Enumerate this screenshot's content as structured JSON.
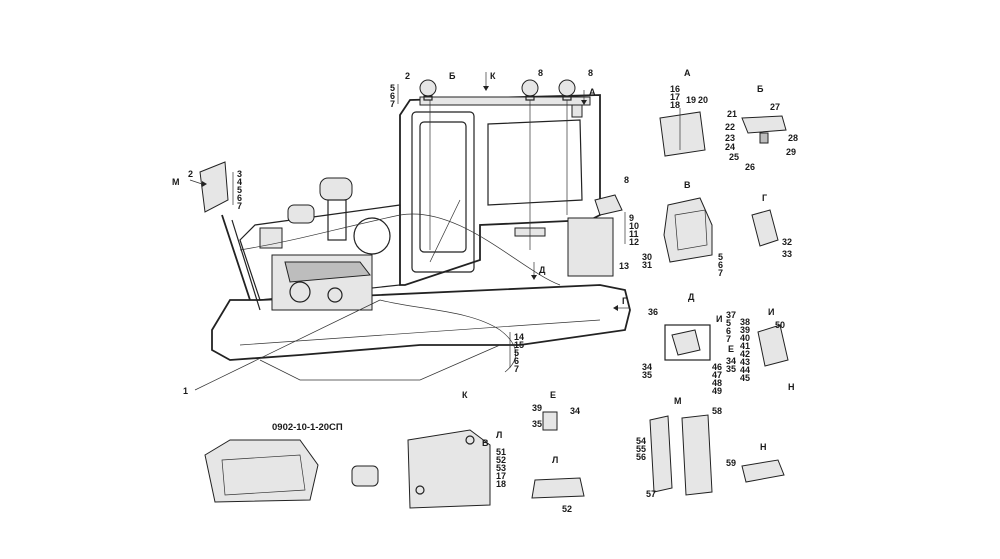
{
  "drawing_code": "0902-10-1-20СП",
  "main_labels": {
    "l1": "1",
    "l2a": "2",
    "l2b": "2",
    "l3": "3",
    "l4": "4",
    "l5": "5",
    "l6": "6",
    "l7": "7",
    "l5b": "5",
    "l6b": "6",
    "l7b": "7",
    "l8a": "8",
    "l8b": "8",
    "l8c": "8",
    "l9": "9",
    "l10": "10",
    "l11": "11",
    "l12": "12",
    "l13": "13",
    "l14": "14",
    "l15": "15",
    "l5c": "5",
    "l6c": "6",
    "l7c": "7",
    "mB": "Б",
    "mK": "К",
    "mA": "А",
    "mM": "М",
    "mD": "Д",
    "mG": "Г"
  },
  "views": {
    "A": {
      "title": "А",
      "l16": "16",
      "l17": "17",
      "l18": "18",
      "l19": "19",
      "l20": "20"
    },
    "B": {
      "title": "Б",
      "l21": "21",
      "l22": "22",
      "l23": "23",
      "l24": "24",
      "l25": "25",
      "l26": "26",
      "l27": "27",
      "l28": "28",
      "l29": "29"
    },
    "V": {
      "title": "В",
      "l30": "30",
      "l31": "31",
      "l5": "5",
      "l6": "6",
      "l7": "7"
    },
    "G": {
      "title": "Г",
      "l32": "32",
      "l33": "33"
    },
    "D": {
      "title": "Д",
      "l36": "36",
      "l34": "34",
      "l35": "35",
      "l37": "37",
      "l5": "5",
      "l6": "6",
      "l7": "7",
      "l34b": "34",
      "l35b": "35",
      "l46": "46",
      "l47": "47",
      "l48": "48",
      "l49": "49",
      "mI": "И",
      "mE": "Е"
    },
    "I": {
      "title": "И",
      "l38": "38",
      "l39": "39",
      "l40": "40",
      "l41": "41",
      "l42": "42",
      "l43": "43",
      "l44": "44",
      "l45": "45",
      "l50": "50",
      "mN": "Н"
    },
    "K": {
      "title": "К",
      "mL": "Л",
      "mV": "В",
      "l51": "51",
      "l52": "52",
      "l53": "53",
      "l17": "17",
      "l18": "18"
    },
    "E": {
      "title": "Е",
      "l39": "39",
      "l34": "34",
      "l35": "35"
    },
    "L": {
      "title": "Л",
      "l52": "52"
    },
    "M": {
      "title": "М",
      "l58": "58",
      "l54": "54",
      "l55": "55",
      "l56": "56",
      "l57": "57"
    },
    "N": {
      "title": "Н",
      "l59": "59"
    }
  }
}
